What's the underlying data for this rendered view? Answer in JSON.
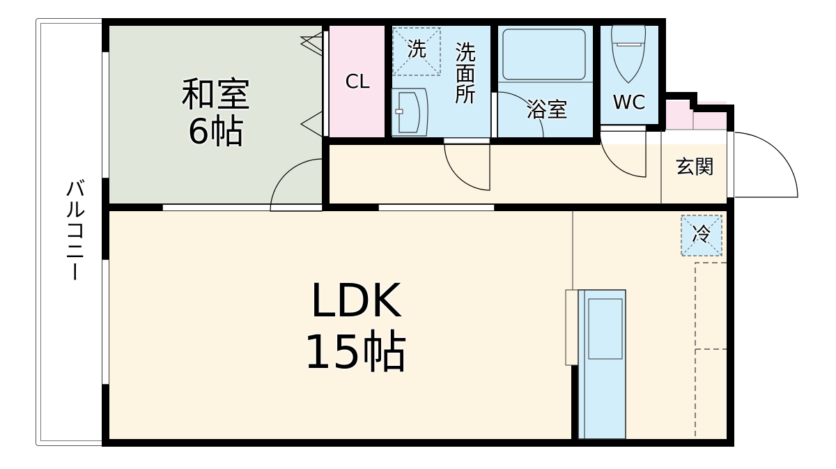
{
  "floorplan": {
    "rooms": {
      "washitsu": {
        "name": "和室",
        "size": "6帖",
        "color": "#E0E6DA"
      },
      "closet": {
        "name": "CL",
        "color": "#FCE4EE"
      },
      "senmenjo": {
        "name": "洗\n面\n所",
        "color": "#D2EEFA"
      },
      "washer": {
        "name": "洗"
      },
      "bath": {
        "name": "浴室",
        "color": "#D2EEFA"
      },
      "wc": {
        "name": "WC",
        "color": "#D2EEFA"
      },
      "genkan": {
        "name": "玄関",
        "color": "#FDF4E1"
      },
      "ldk": {
        "name": "LDK",
        "size": "15帖",
        "color": "#FDF4E1"
      },
      "fridge": {
        "name": "冷"
      },
      "balcony": {
        "name": "バルコニー"
      }
    },
    "colors": {
      "wall": "#000000",
      "hall": "#FDF4E1",
      "shoebox": "#FCE4EE"
    }
  }
}
